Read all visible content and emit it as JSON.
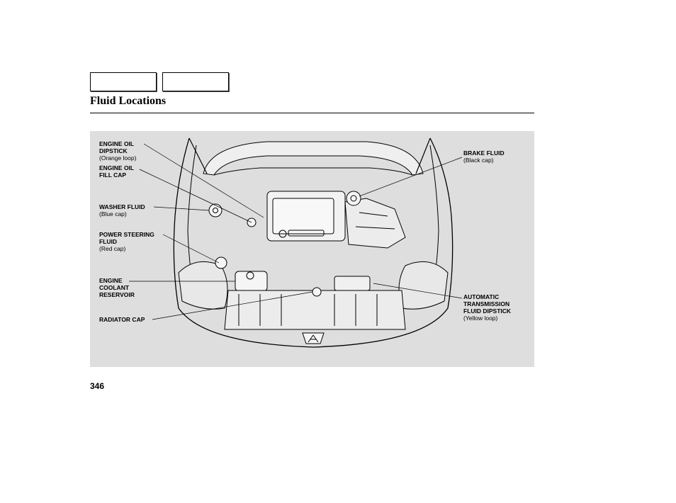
{
  "header": {
    "nav_tabs": [
      "",
      ""
    ],
    "title": "Fluid Locations"
  },
  "figure": {
    "labels": {
      "engine_oil_dipstick": {
        "name": [
          "ENGINE OIL",
          "DIPSTICK"
        ],
        "sub": "(Orange loop)"
      },
      "engine_oil_fill_cap": {
        "name": [
          "ENGINE OIL",
          "FILL CAP"
        ],
        "sub": ""
      },
      "washer_fluid": {
        "name": [
          "WASHER FLUID"
        ],
        "sub": "(Blue cap)"
      },
      "power_steering_fluid": {
        "name": [
          "POWER STEERING",
          "FLUID"
        ],
        "sub": "(Red cap)"
      },
      "engine_coolant_reservoir": {
        "name": [
          "ENGINE",
          "COOLANT",
          "RESERVOIR"
        ],
        "sub": ""
      },
      "radiator_cap": {
        "name": [
          "RADIATOR CAP"
        ],
        "sub": ""
      },
      "brake_fluid": {
        "name": [
          "BRAKE FLUID"
        ],
        "sub": "(Black cap)"
      },
      "automatic_transmission_fluid_dipstick": {
        "name": [
          "AUTOMATIC",
          "TRANSMISSION",
          "FLUID DIPSTICK"
        ],
        "sub": "(Yellow loop)"
      }
    }
  },
  "footer": {
    "page_number": "346"
  }
}
